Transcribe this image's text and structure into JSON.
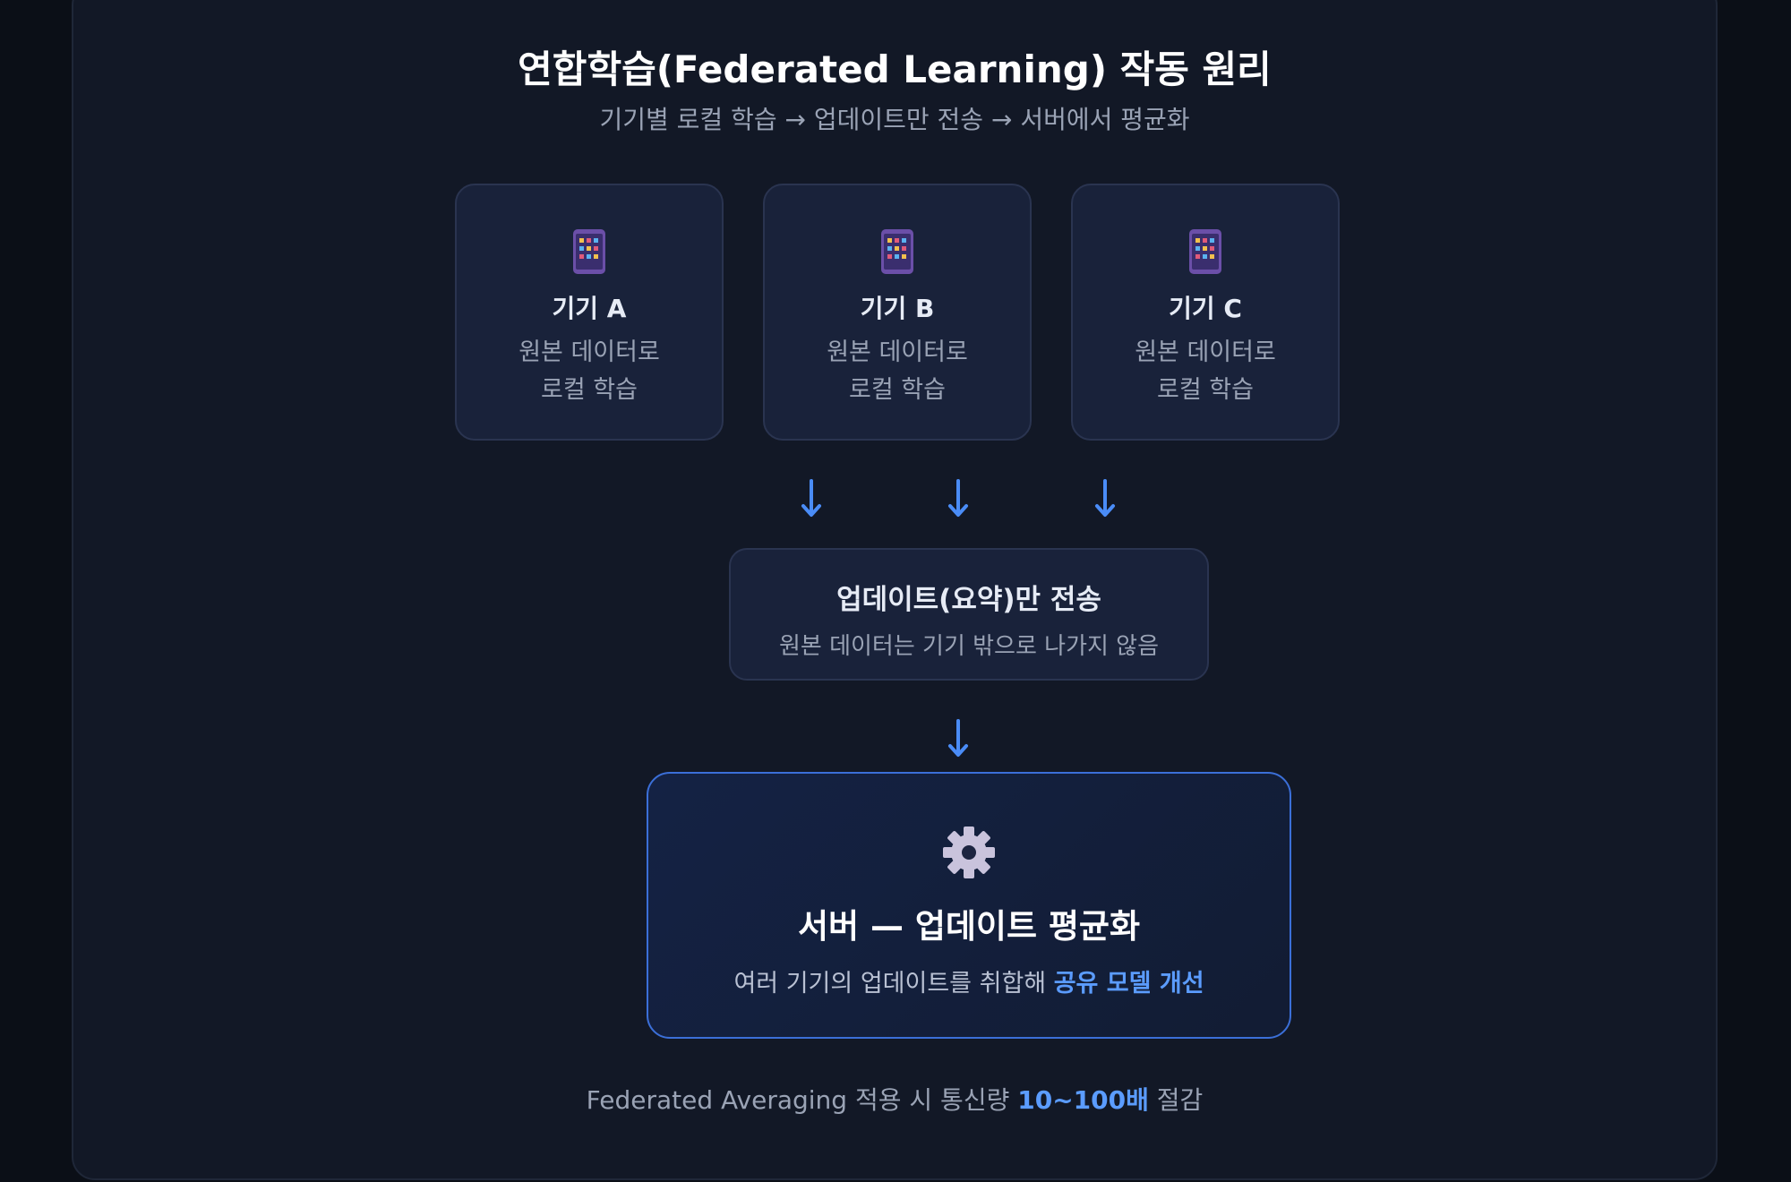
{
  "title": "연합학습(Federated Learning) 작동 원리",
  "subtitle": "기기별 로컬 학습 → 업데이트만 전송 → 서버에서 평균화",
  "devices": [
    {
      "name": "기기 A",
      "desc_line1": "원본 데이터로",
      "desc_line2": "로컬 학습",
      "icon": "tablet-icon"
    },
    {
      "name": "기기 B",
      "desc_line1": "원본 데이터로",
      "desc_line2": "로컬 학습",
      "icon": "tablet-icon"
    },
    {
      "name": "기기 C",
      "desc_line1": "원본 데이터로",
      "desc_line2": "로컬 학습",
      "icon": "tablet-icon"
    }
  ],
  "update_box": {
    "heading": "업데이트(요약)만 전송",
    "desc": "원본 데이터는 기기 밖으로 나가지 않음"
  },
  "server_box": {
    "icon": "gear-icon",
    "heading": "서버 — 업데이트 평균화",
    "desc_prefix": "여러 기기의 업데이트를 취합해 ",
    "desc_highlight": "공유 모델 개선"
  },
  "footer": {
    "prefix": "Federated Averaging 적용 시 통신량 ",
    "highlight": "10~100배",
    "suffix": " 절감"
  },
  "colors": {
    "accent": "#5b9cff",
    "arrow": "#4a8cf7",
    "server_border": "#3b6fd8"
  }
}
